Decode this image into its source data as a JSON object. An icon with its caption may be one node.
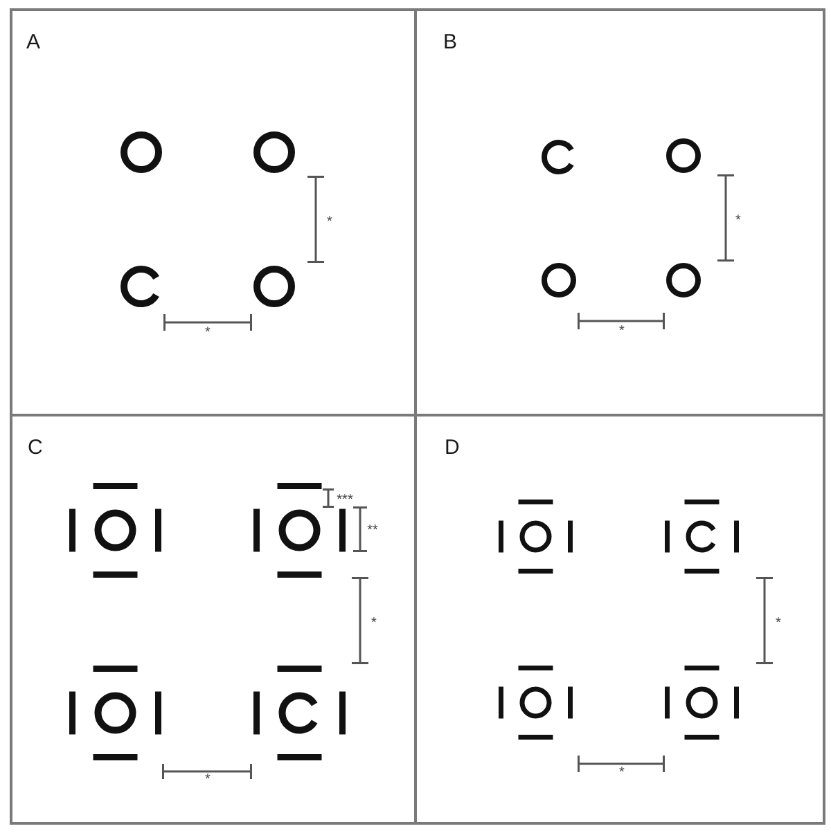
{
  "diagram": {
    "nodes": [
      {
        "text": [
          "A"
        ]
      },
      {
        "text": [
          "B"
        ]
      },
      {
        "text": [
          "C"
        ]
      },
      {
        "text": [
          "D"
        ]
      }
    ],
    "labels": [
      "*",
      "*",
      "*",
      "*",
      "***",
      "**",
      "*",
      "*",
      "*",
      "*"
    ]
  }
}
